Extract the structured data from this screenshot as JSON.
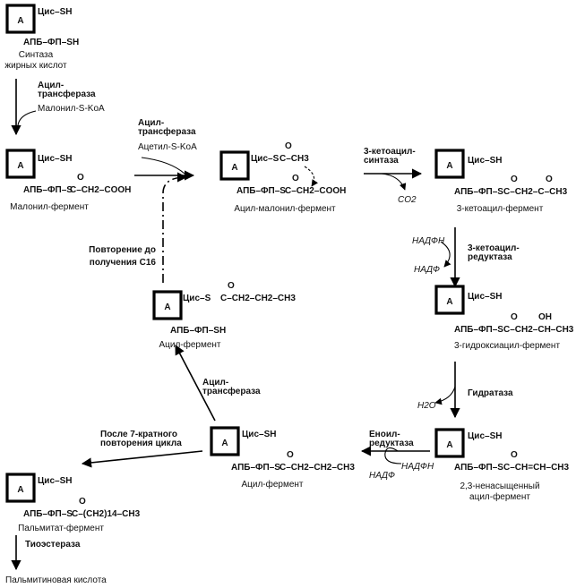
{
  "enzyme_letter": "A",
  "labels": {
    "cys_sh": "Цис–SH",
    "acp_sh": "АПБ–ФП–SH",
    "cys_s": "Цис–S",
    "acp_s": "АПБ–ФП–S",
    "synthase_line1": "Синтаза",
    "synthase_line2": "жирных кислот",
    "acyltransferase_line1": "Ацил-",
    "acyltransferase_line2": "трансфераза",
    "malonyl_coa": "Малонил-S-KoA",
    "acetyl_coa": "Ацетил-S-KoA",
    "malonyl_enzyme": "Малонил-фермент",
    "acyl_malonyl_enzyme": "Ацил-малонил-фермент",
    "ketoacyl_synthase_line1": "3-кетоацил-",
    "ketoacyl_synthase_line2": "синтаза",
    "co2": "CO2",
    "ketoacyl_enzyme": "3-кетоацил-фермент",
    "nadph": "НАДФН",
    "nadp": "НАДФ",
    "ketoacyl_reductase_line1": "3-кетоацил-",
    "ketoacyl_reductase_line2": "редуктаза",
    "hydroxyacyl_enzyme": "3-гидроксиацил-фермент",
    "hydratase": "Гидратаза",
    "h2o": "H2O",
    "enoyl_reductase_line1": "Еноил-",
    "enoyl_reductase_line2": "редуктаза",
    "unsaturated_line1": "2,3-ненасыщенный",
    "unsaturated_line2": "ацил-фермент",
    "acyl_enzyme": "Ацил-фермент",
    "repeat_line1": "Повторение до",
    "repeat_line2": "получения С16",
    "after_cycle_line1": "После 7-кратного",
    "after_cycle_line2": "повторения цикла",
    "palmitate_enzyme": "Пальмитат-фермент",
    "thioesterase": "Тиоэстераза",
    "palmitic_acid": "Пальмитиновая кислота"
  },
  "chains": {
    "malonyl": "C–CH2–COOH",
    "acetyl": "C–CH3",
    "acyl_malonyl": "C–CH2–COOH",
    "ketoacyl": "C–CH2–C–CH3",
    "hydroxyacyl": "C–CH2–CH–CH3",
    "hydroxy_oh": "OH",
    "unsaturated": "C–CH=CH–CH3",
    "butyryl_top": "C–CH2–CH2–CH3",
    "butyryl_bottom": "C–CH2–CH2–CH3",
    "palmitoyl": "C–(CH2)14–CH3",
    "oxo": "O"
  }
}
